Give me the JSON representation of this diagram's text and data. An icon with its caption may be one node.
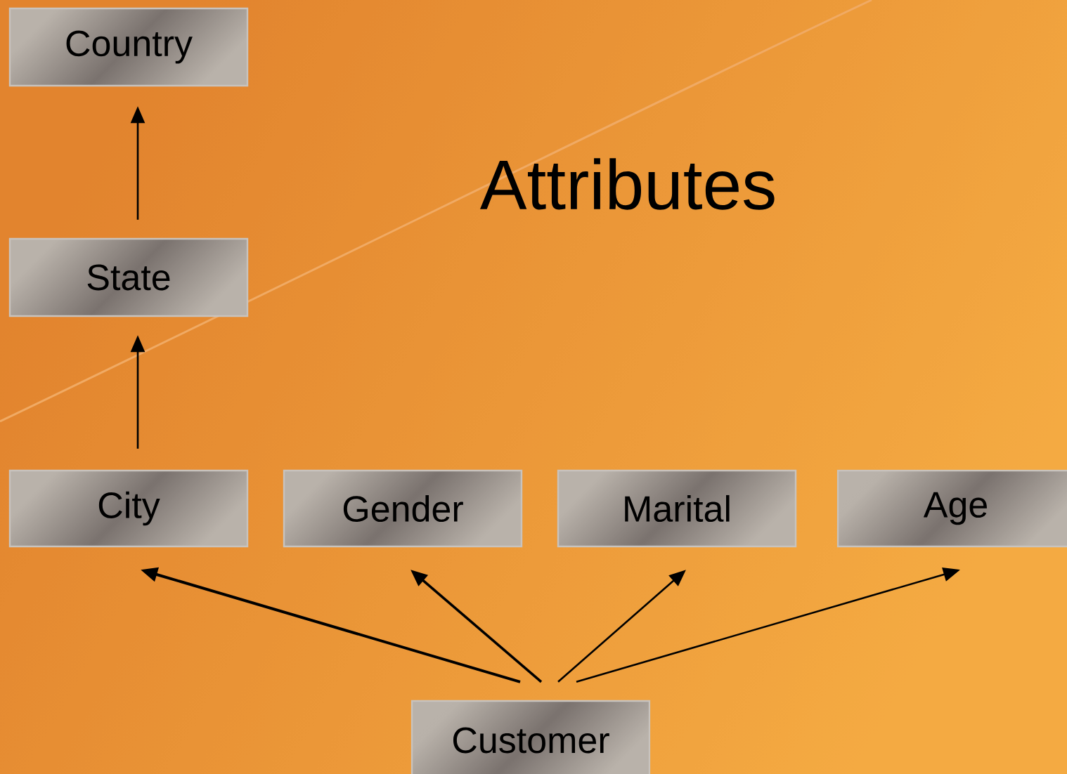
{
  "diagram": {
    "title": "Attributes",
    "nodes": [
      {
        "text": [
          "Country"
        ]
      },
      {
        "text": [
          "State"
        ]
      },
      {
        "text": [
          "City"
        ]
      },
      {
        "text": [
          "Gender"
        ]
      },
      {
        "text": [
          "Marital"
        ]
      },
      {
        "text": [
          "Age"
        ]
      },
      {
        "text": [
          "Customer"
        ]
      }
    ],
    "edges": [
      {
        "from": 1,
        "to": 0,
        "arrow": "to"
      },
      {
        "from": 2,
        "to": 1,
        "arrow": "to"
      },
      {
        "from": 6,
        "to": 2,
        "arrow": "to"
      },
      {
        "from": 6,
        "to": 3,
        "arrow": "to"
      },
      {
        "from": 6,
        "to": 4,
        "arrow": "to"
      },
      {
        "from": 6,
        "to": 5,
        "arrow": "to"
      }
    ]
  }
}
